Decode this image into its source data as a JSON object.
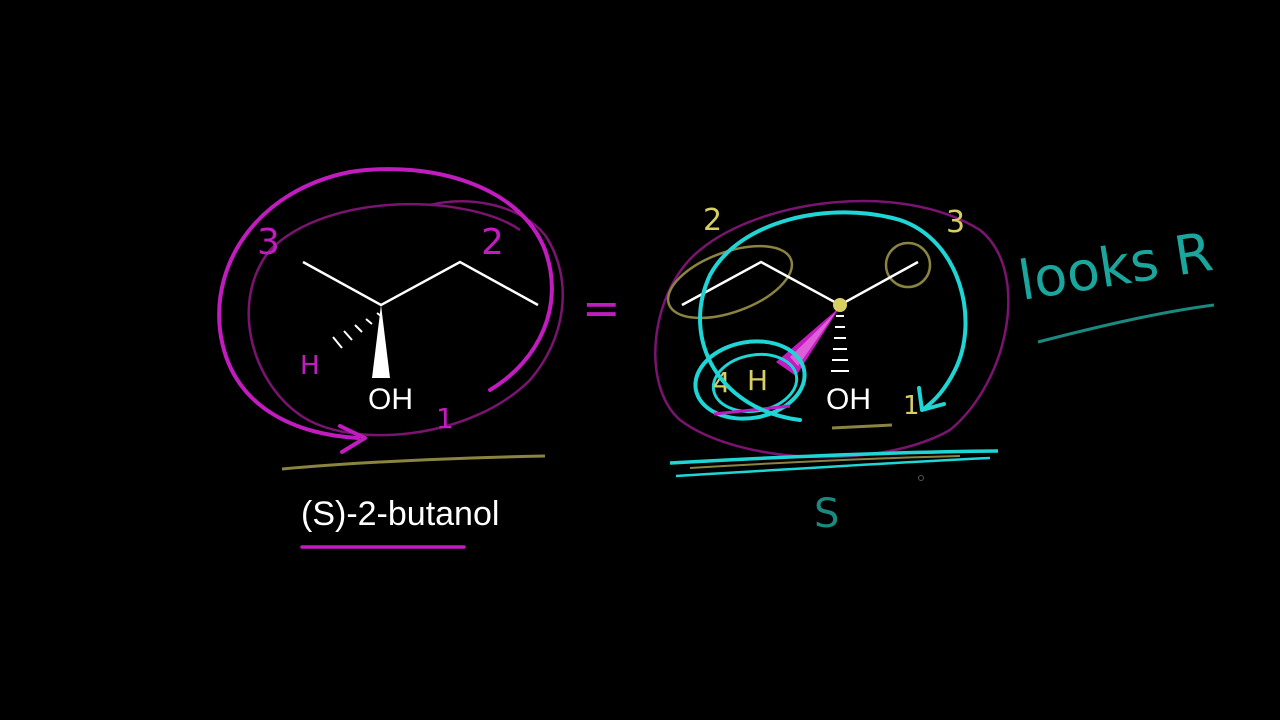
{
  "colors": {
    "background": "#000000",
    "bond": "#ffffff",
    "magenta": "#c21cc0",
    "dark_magenta": "#7a1470",
    "cyan": "#1ed6d6",
    "olive": "#8a8440",
    "yellow": "#d8cf63",
    "teal": "#1a8a80"
  },
  "left_molecule": {
    "oh_label": "OH",
    "h_label": "H",
    "priority_1": "1",
    "priority_2": "2",
    "priority_3": "3",
    "name": "(S)-2-butanol"
  },
  "equals_sign": "=",
  "right_molecule": {
    "oh_label": "OH",
    "h_label": "H",
    "priority_1": "1",
    "priority_2": "2",
    "priority_3": "3",
    "priority_4": "4",
    "looks_note": "looks R",
    "result": "S"
  }
}
